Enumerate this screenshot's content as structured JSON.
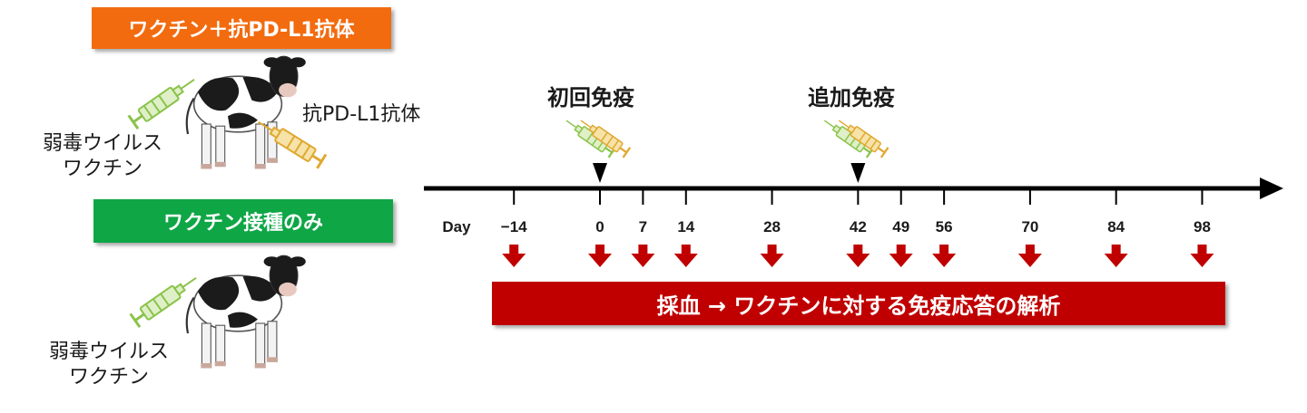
{
  "groups": {
    "combo_title": "ワクチン＋抗PD-L1抗体",
    "vaccine_only_title": "ワクチン接種のみ"
  },
  "labels": {
    "vaccine_line1_a": "弱毒ウイルス",
    "vaccine_line2_a": "ワクチン",
    "vaccine_line1_b": "弱毒ウイルス",
    "vaccine_line2_b": "ワクチン",
    "antibody": "抗PD-L1抗体"
  },
  "events": {
    "prime": "初回免疫",
    "boost": "追加免疫"
  },
  "timeline": {
    "unit_label": "Day",
    "days": [
      "−14",
      "0",
      "7",
      "14",
      "28",
      "42",
      "49",
      "56",
      "70",
      "84",
      "98"
    ],
    "day_values": [
      -14,
      0,
      7,
      14,
      28,
      42,
      49,
      56,
      70,
      84,
      98
    ],
    "prime_day": 0,
    "boost_day": 42
  },
  "analysis": "採血 → ワクチンに対する免疫応答の解析",
  "colors": {
    "combo": "#f26b0f",
    "vaccine_only": "#0fa646",
    "analysis": "#c00000",
    "arrow": "#c00000",
    "vaccine_syringe": "#8bc34a",
    "antibody_syringe": "#e0a830"
  }
}
